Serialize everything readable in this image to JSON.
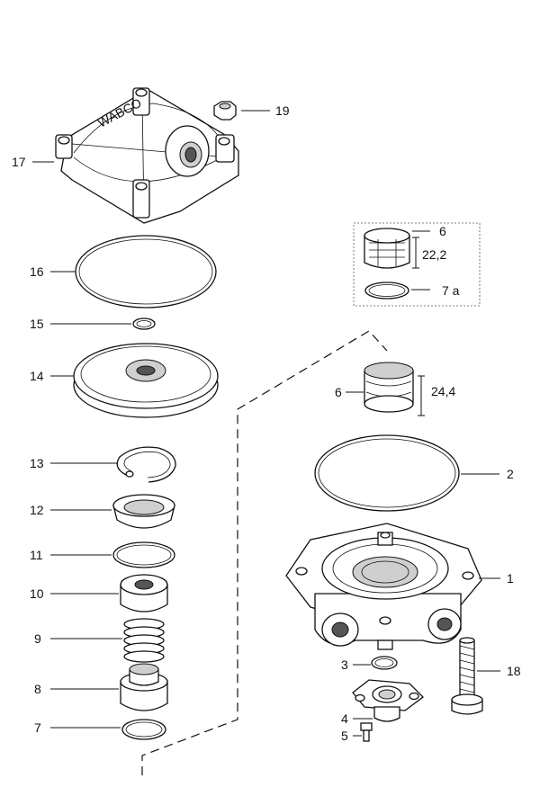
{
  "callouts": {
    "c1": "1",
    "c2": "2",
    "c3": "3",
    "c4": "4",
    "c5": "5",
    "c6a": "6",
    "c6b": "6",
    "c7": "7",
    "c7a": "7 a",
    "c8": "8",
    "c9": "9",
    "c10": "10",
    "c11": "11",
    "c12": "12",
    "c13": "13",
    "c14": "14",
    "c15": "15",
    "c16": "16",
    "c17": "17",
    "c18": "18",
    "c19": "19"
  },
  "dimensions": {
    "d_small_filter": "22,2",
    "d_large_filter": "24,4"
  },
  "cover_text": "WABCO"
}
